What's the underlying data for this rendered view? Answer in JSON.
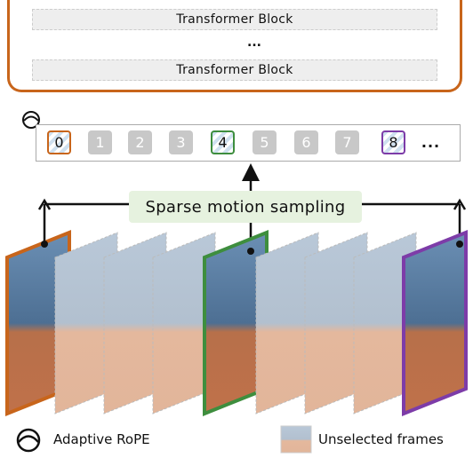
{
  "transformer": {
    "block_top_label": "Transformer Block",
    "ellipsis": "...",
    "block_bottom_label": "Transformer Block"
  },
  "tokens": [
    {
      "label": "0",
      "selected": true,
      "color": "#c8651b"
    },
    {
      "label": "1",
      "selected": false
    },
    {
      "label": "2",
      "selected": false
    },
    {
      "label": "3",
      "selected": false
    },
    {
      "label": "4",
      "selected": true,
      "color": "#3e8e3e"
    },
    {
      "label": "5",
      "selected": false
    },
    {
      "label": "6",
      "selected": false
    },
    {
      "label": "7",
      "selected": false
    },
    {
      "label": "8",
      "selected": true,
      "color": "#7d3ca8"
    }
  ],
  "tokens_more": "...",
  "sampling_label": "Sparse motion sampling",
  "legend": {
    "rope_label": "Adaptive RoPE",
    "unselected_label": "Unselected frames"
  },
  "colors": {
    "orange": "#c8651b",
    "green": "#3e8e3e",
    "purple": "#7d3ca8",
    "label_bg": "#e6f2df"
  }
}
